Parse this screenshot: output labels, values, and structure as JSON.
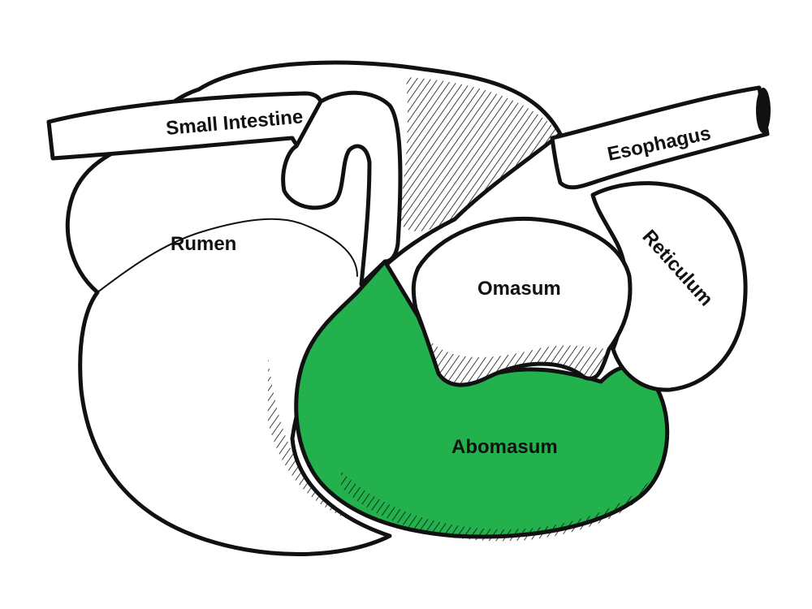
{
  "labels": {
    "small_intestine": "Small Intestine",
    "esophagus": "Esophagus",
    "rumen": "Rumen",
    "reticulum": "Reticulum",
    "omasum": "Omasum",
    "abomasum": "Abomasum"
  },
  "colors": {
    "highlight": "#22b14c",
    "outline": "#111111",
    "fill": "#ffffff"
  }
}
